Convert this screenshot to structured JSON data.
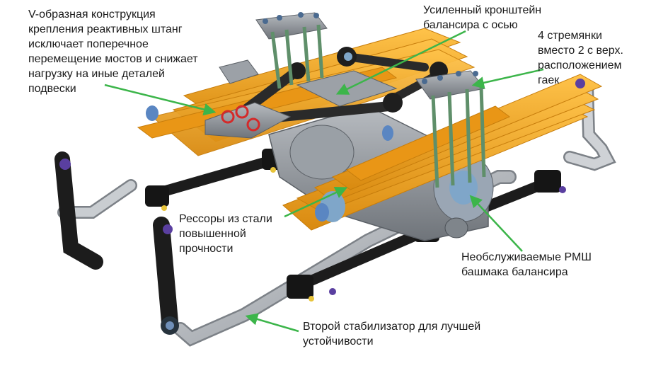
{
  "callouts": {
    "v_construction": "V-образная конструкция\nкрепления реактивных штанг\nисключает поперечное\nперемещение мостов и снижает\nнагрузку на иные деталей\nподвески",
    "bracket": "Усиленный кронштейн\nбалансира с осью",
    "u_bolts": "4 стремянки\nвместо 2 с верх.\nрасположением\nгаек",
    "springs": "Рессоры из стали\nповышенной\nпрочности",
    "joints": "Необслуживаемые РМШ\nбашмака балансира",
    "stabilizer": "Второй стабилизатор для лучшей\nустойчивости"
  },
  "colors": {
    "arrow": "#3cb54a",
    "leaf_spring": "#f0a01a",
    "leaf_spring_dark": "#c77d0c",
    "metal_grey": "#8e9399",
    "metal_light": "#b9bdc2",
    "rod_black": "#1c1c1c",
    "axle_blue": "#7fa6c9",
    "bushing_purple": "#5a3fa0",
    "bolt_yellow": "#e8c43a",
    "u_bolt_green": "#5f8f6a",
    "accent_red": "#d42a2a",
    "text": "#1a1a1a"
  }
}
